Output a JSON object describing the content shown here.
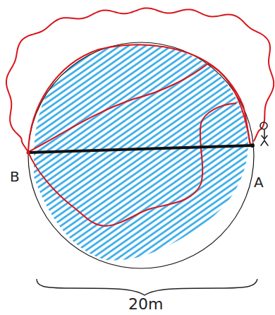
{
  "diagram": {
    "labels": [
      "B",
      "A",
      "20m"
    ]
  }
}
